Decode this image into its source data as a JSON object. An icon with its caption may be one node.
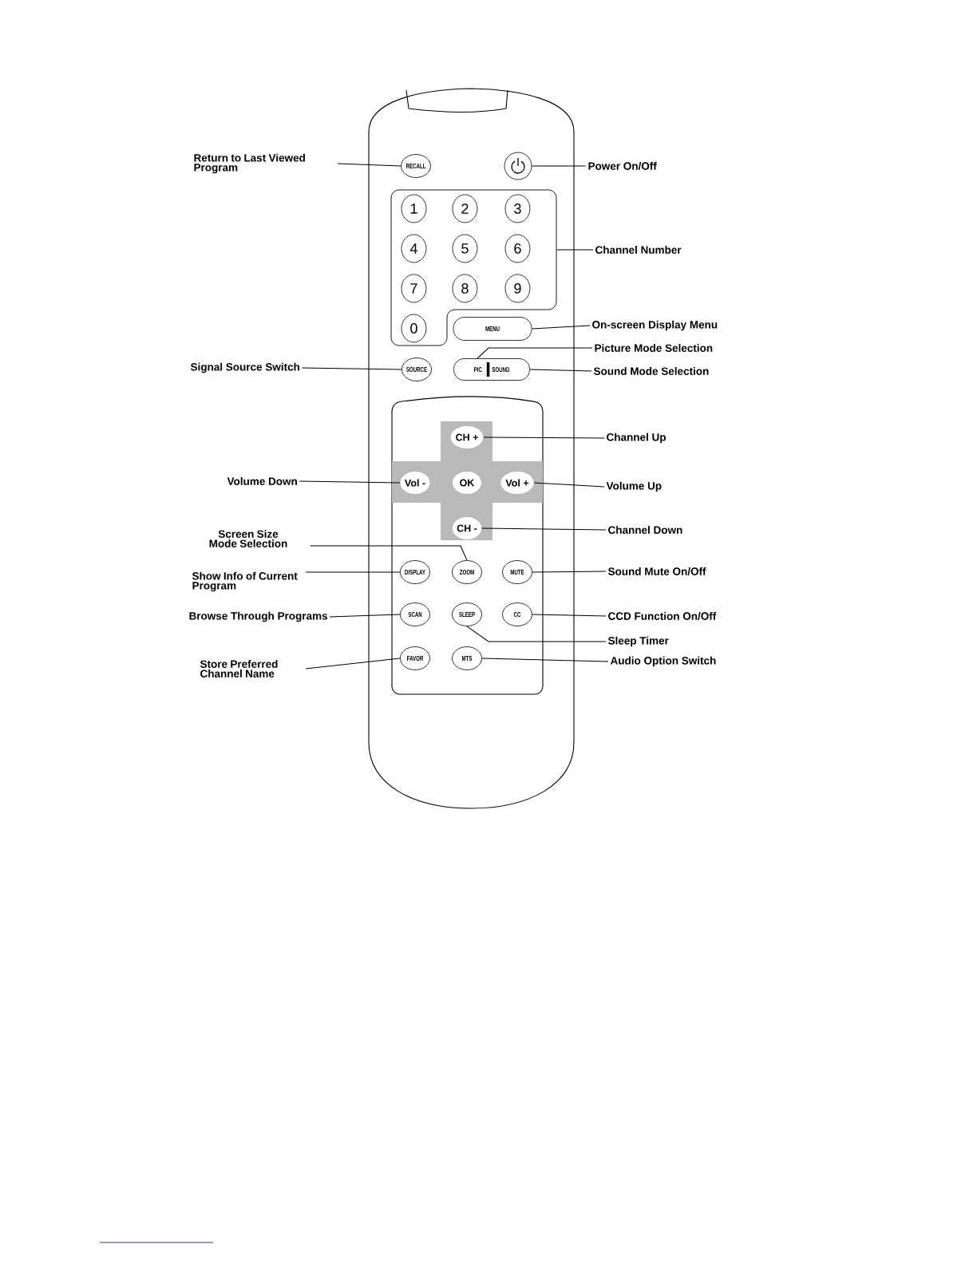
{
  "diagram": {
    "nodes": [
      {
        "text": [
          "Return to Last Viewed Program"
        ]
      },
      {
        "text": [
          "RECALL"
        ]
      },
      {
        "text": [],
        "shape": "circle"
      },
      {
        "text": [
          "Power On/Off"
        ]
      },
      {
        "text": [],
        "shape": "box"
      },
      {
        "text": [
          "1"
        ],
        "in": 4
      },
      {
        "text": [
          "2"
        ],
        "in": 4
      },
      {
        "text": [
          "3"
        ],
        "in": 4
      },
      {
        "text": [
          "4"
        ],
        "in": 4
      },
      {
        "text": [
          "5"
        ],
        "in": 4
      },
      {
        "text": [
          "6"
        ],
        "in": 4
      },
      {
        "text": [
          "7"
        ],
        "in": 4
      },
      {
        "text": [
          "8"
        ],
        "in": 4
      },
      {
        "text": [
          "9"
        ],
        "in": 4
      },
      {
        "text": [
          "0"
        ],
        "in": 4
      },
      {
        "text": [
          "Channel Number"
        ]
      },
      {
        "text": [
          "MENU"
        ]
      },
      {
        "text": [
          "On-screen Display Menu"
        ]
      },
      {
        "text": [
          "Picture Mode Selection"
        ]
      },
      {
        "text": [
          "Signal Source Switch"
        ]
      },
      {
        "text": [
          "SOURCE"
        ]
      },
      {
        "text": [
          "PIC",
          "SOUND"
        ]
      },
      {
        "text": [
          "Sound Mode Selection"
        ]
      },
      {
        "text": [
          "CH +"
        ]
      },
      {
        "text": [
          "Channel Up"
        ]
      },
      {
        "text": [
          "Volume Down"
        ]
      },
      {
        "text": [
          "Vol -"
        ]
      },
      {
        "text": [
          "OK"
        ]
      },
      {
        "text": [
          "Vol +"
        ]
      },
      {
        "text": [
          "Volume Up"
        ]
      },
      {
        "text": [
          "CH -"
        ]
      },
      {
        "text": [
          "Channel Down"
        ]
      },
      {
        "text": [
          "Screen Size Mode Selection"
        ]
      },
      {
        "text": [
          "Show Info of Current Program"
        ]
      },
      {
        "text": [
          "DISPLAY"
        ]
      },
      {
        "text": [
          "ZOOM"
        ]
      },
      {
        "text": [
          "MUTE"
        ]
      },
      {
        "text": [
          "Sound Mute On/Off"
        ]
      },
      {
        "text": [
          "Browse Through Programs"
        ]
      },
      {
        "text": [
          "SCAN"
        ]
      },
      {
        "text": [
          "SLEEP"
        ]
      },
      {
        "text": [
          "CC"
        ]
      },
      {
        "text": [
          "CCD Function On/Off"
        ]
      },
      {
        "text": [
          "Sleep Timer"
        ]
      },
      {
        "text": [
          "Store Preferred Channel Name"
        ]
      },
      {
        "text": [
          "FAVOR"
        ]
      },
      {
        "text": [
          "MTS"
        ]
      },
      {
        "text": [
          "Audio Option Switch"
        ]
      }
    ],
    "edges": [
      {
        "from": 0,
        "to": 1,
        "arrow": "none"
      },
      {
        "from": 3,
        "to": 2,
        "arrow": "none"
      },
      {
        "from": 15,
        "to": 4,
        "arrow": "none"
      },
      {
        "from": 17,
        "to": 16,
        "arrow": "none"
      },
      {
        "from": 18,
        "to": 21,
        "arrow": "none"
      },
      {
        "from": 19,
        "to": 20,
        "arrow": "none"
      },
      {
        "from": 22,
        "to": 21,
        "arrow": "none"
      },
      {
        "from": 24,
        "to": 23,
        "arrow": "none"
      },
      {
        "from": 25,
        "to": 26,
        "arrow": "none"
      },
      {
        "from": 29,
        "to": 28,
        "arrow": "none"
      },
      {
        "from": 31,
        "to": 30,
        "arrow": "none"
      },
      {
        "from": 32,
        "to": 35,
        "arrow": "none"
      },
      {
        "from": 33,
        "to": 34,
        "arrow": "none"
      },
      {
        "from": 37,
        "to": 36,
        "arrow": "none"
      },
      {
        "from": 38,
        "to": 39,
        "arrow": "none"
      },
      {
        "from": 42,
        "to": 41,
        "arrow": "none"
      },
      {
        "from": 43,
        "to": 40,
        "arrow": "none"
      },
      {
        "from": 44,
        "to": 45,
        "arrow": "none"
      },
      {
        "from": 47,
        "to": 46,
        "arrow": "none"
      }
    ]
  }
}
